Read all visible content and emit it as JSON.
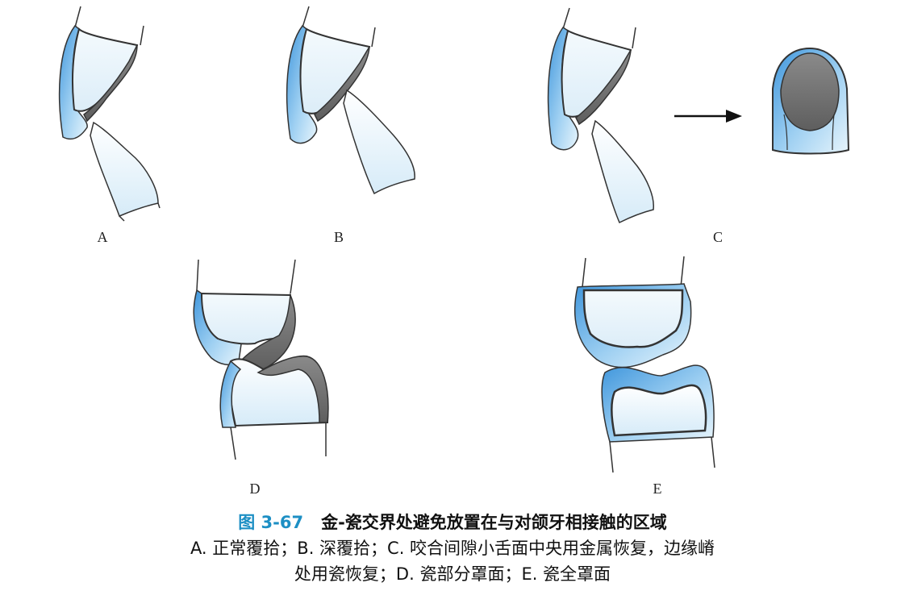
{
  "panels": [
    {
      "id": "A",
      "label": "A"
    },
    {
      "id": "B",
      "label": "B"
    },
    {
      "id": "C",
      "label": "C"
    },
    {
      "id": "D",
      "label": "D"
    },
    {
      "id": "E",
      "label": "E"
    }
  ],
  "caption": {
    "number": "图 3-67",
    "title": "金-瓷交界处避免放置在与对颌牙相接触的区域",
    "line2": "A. 正常覆拾；B. 深覆拾；C. 咬合间隙小舌面中央用金属恢复，边缘嵴",
    "line3": "处用瓷恢复；D. 瓷部分罩面；E. 瓷全罩面"
  },
  "colors": {
    "porcelain": "#4a9fe0",
    "porcelain_light": "#dff0fb",
    "metal": "#6f6f6f",
    "outline": "#333333",
    "caption_number": "#1d8fc4"
  }
}
